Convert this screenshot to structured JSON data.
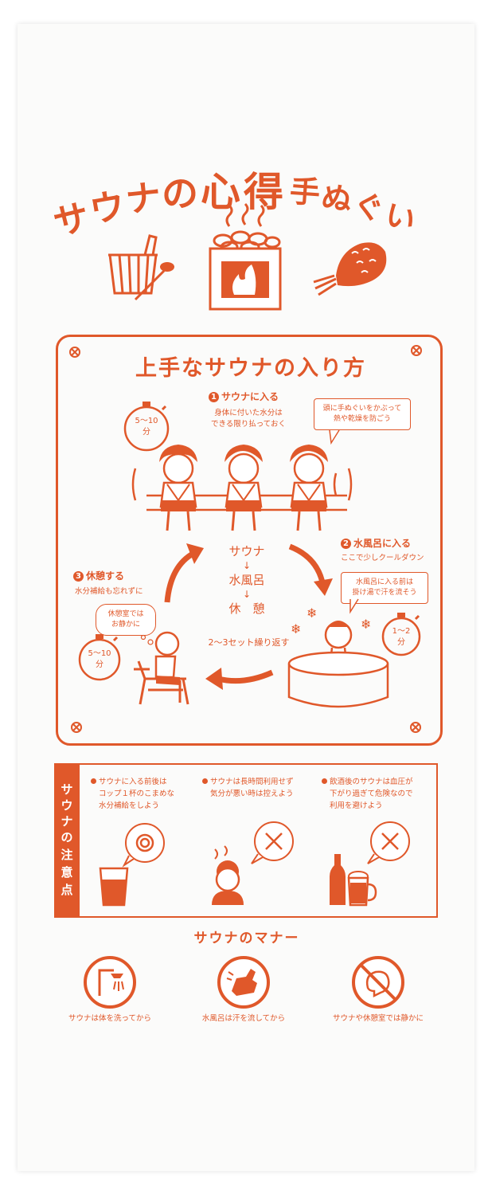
{
  "title": {
    "chars": [
      "サ",
      "ウ",
      "ナ",
      "の",
      "心",
      "得",
      "手",
      "ぬ",
      "ぐ",
      "い"
    ]
  },
  "guide": {
    "heading": "上手なサウナの入り方",
    "step1": {
      "number": "1",
      "title": "サウナに入る",
      "note_line1": "身体に付いた水分は",
      "note_line2": "できる限り払っておく",
      "timer_line1": "5〜10",
      "timer_line2": "分",
      "bubble_line1": "頭に手ぬぐいをかぶって",
      "bubble_line2": "熱や乾燥を防ごう"
    },
    "step2": {
      "number": "2",
      "title": "水風呂に入る",
      "note": "ここで少しクールダウン",
      "bubble_line1": "水風呂に入る前は",
      "bubble_line2": "掛け湯で汗を流そう",
      "timer_line1": "1〜2",
      "timer_line2": "分"
    },
    "step3": {
      "number": "3",
      "title": "休憩する",
      "note": "水分補給も忘れずに",
      "bubble_line1": "休憩室では",
      "bubble_line2": "お静かに",
      "timer_line1": "5〜10",
      "timer_line2": "分"
    },
    "flow": {
      "sauna": "サウナ",
      "arrow1": "↓",
      "water": "水風呂",
      "arrow2": "↓",
      "rest": "休　憩",
      "repeat": "2〜3セット繰り返す"
    }
  },
  "caution": {
    "side_chars": [
      "サ",
      "ウ",
      "ナ",
      "の",
      "注",
      "意",
      "点"
    ],
    "items": [
      {
        "line1": "サウナに入る前後は",
        "line2": "コップ１杯のこまめな",
        "line3": "水分補給をしよう"
      },
      {
        "line1": "サウナは長時間利用せず",
        "line2": "気分が悪い時は控えよう",
        "line3": ""
      },
      {
        "line1": "飲酒後のサウナは血圧が",
        "line2": "下がり過ぎて危険なので",
        "line3": "利用を避けよう"
      }
    ]
  },
  "manners": {
    "heading": "サウナのマナー",
    "items": [
      {
        "caption": "サウナは体を洗ってから",
        "icon": "shower-icon"
      },
      {
        "caption": "水風呂は汗を流してから",
        "icon": "rinse-icon"
      },
      {
        "caption": "サウナや休憩室では静かに",
        "icon": "no-talking-icon"
      }
    ]
  },
  "colors": {
    "accent": "#e0582a",
    "background": "#fbfbfa"
  }
}
